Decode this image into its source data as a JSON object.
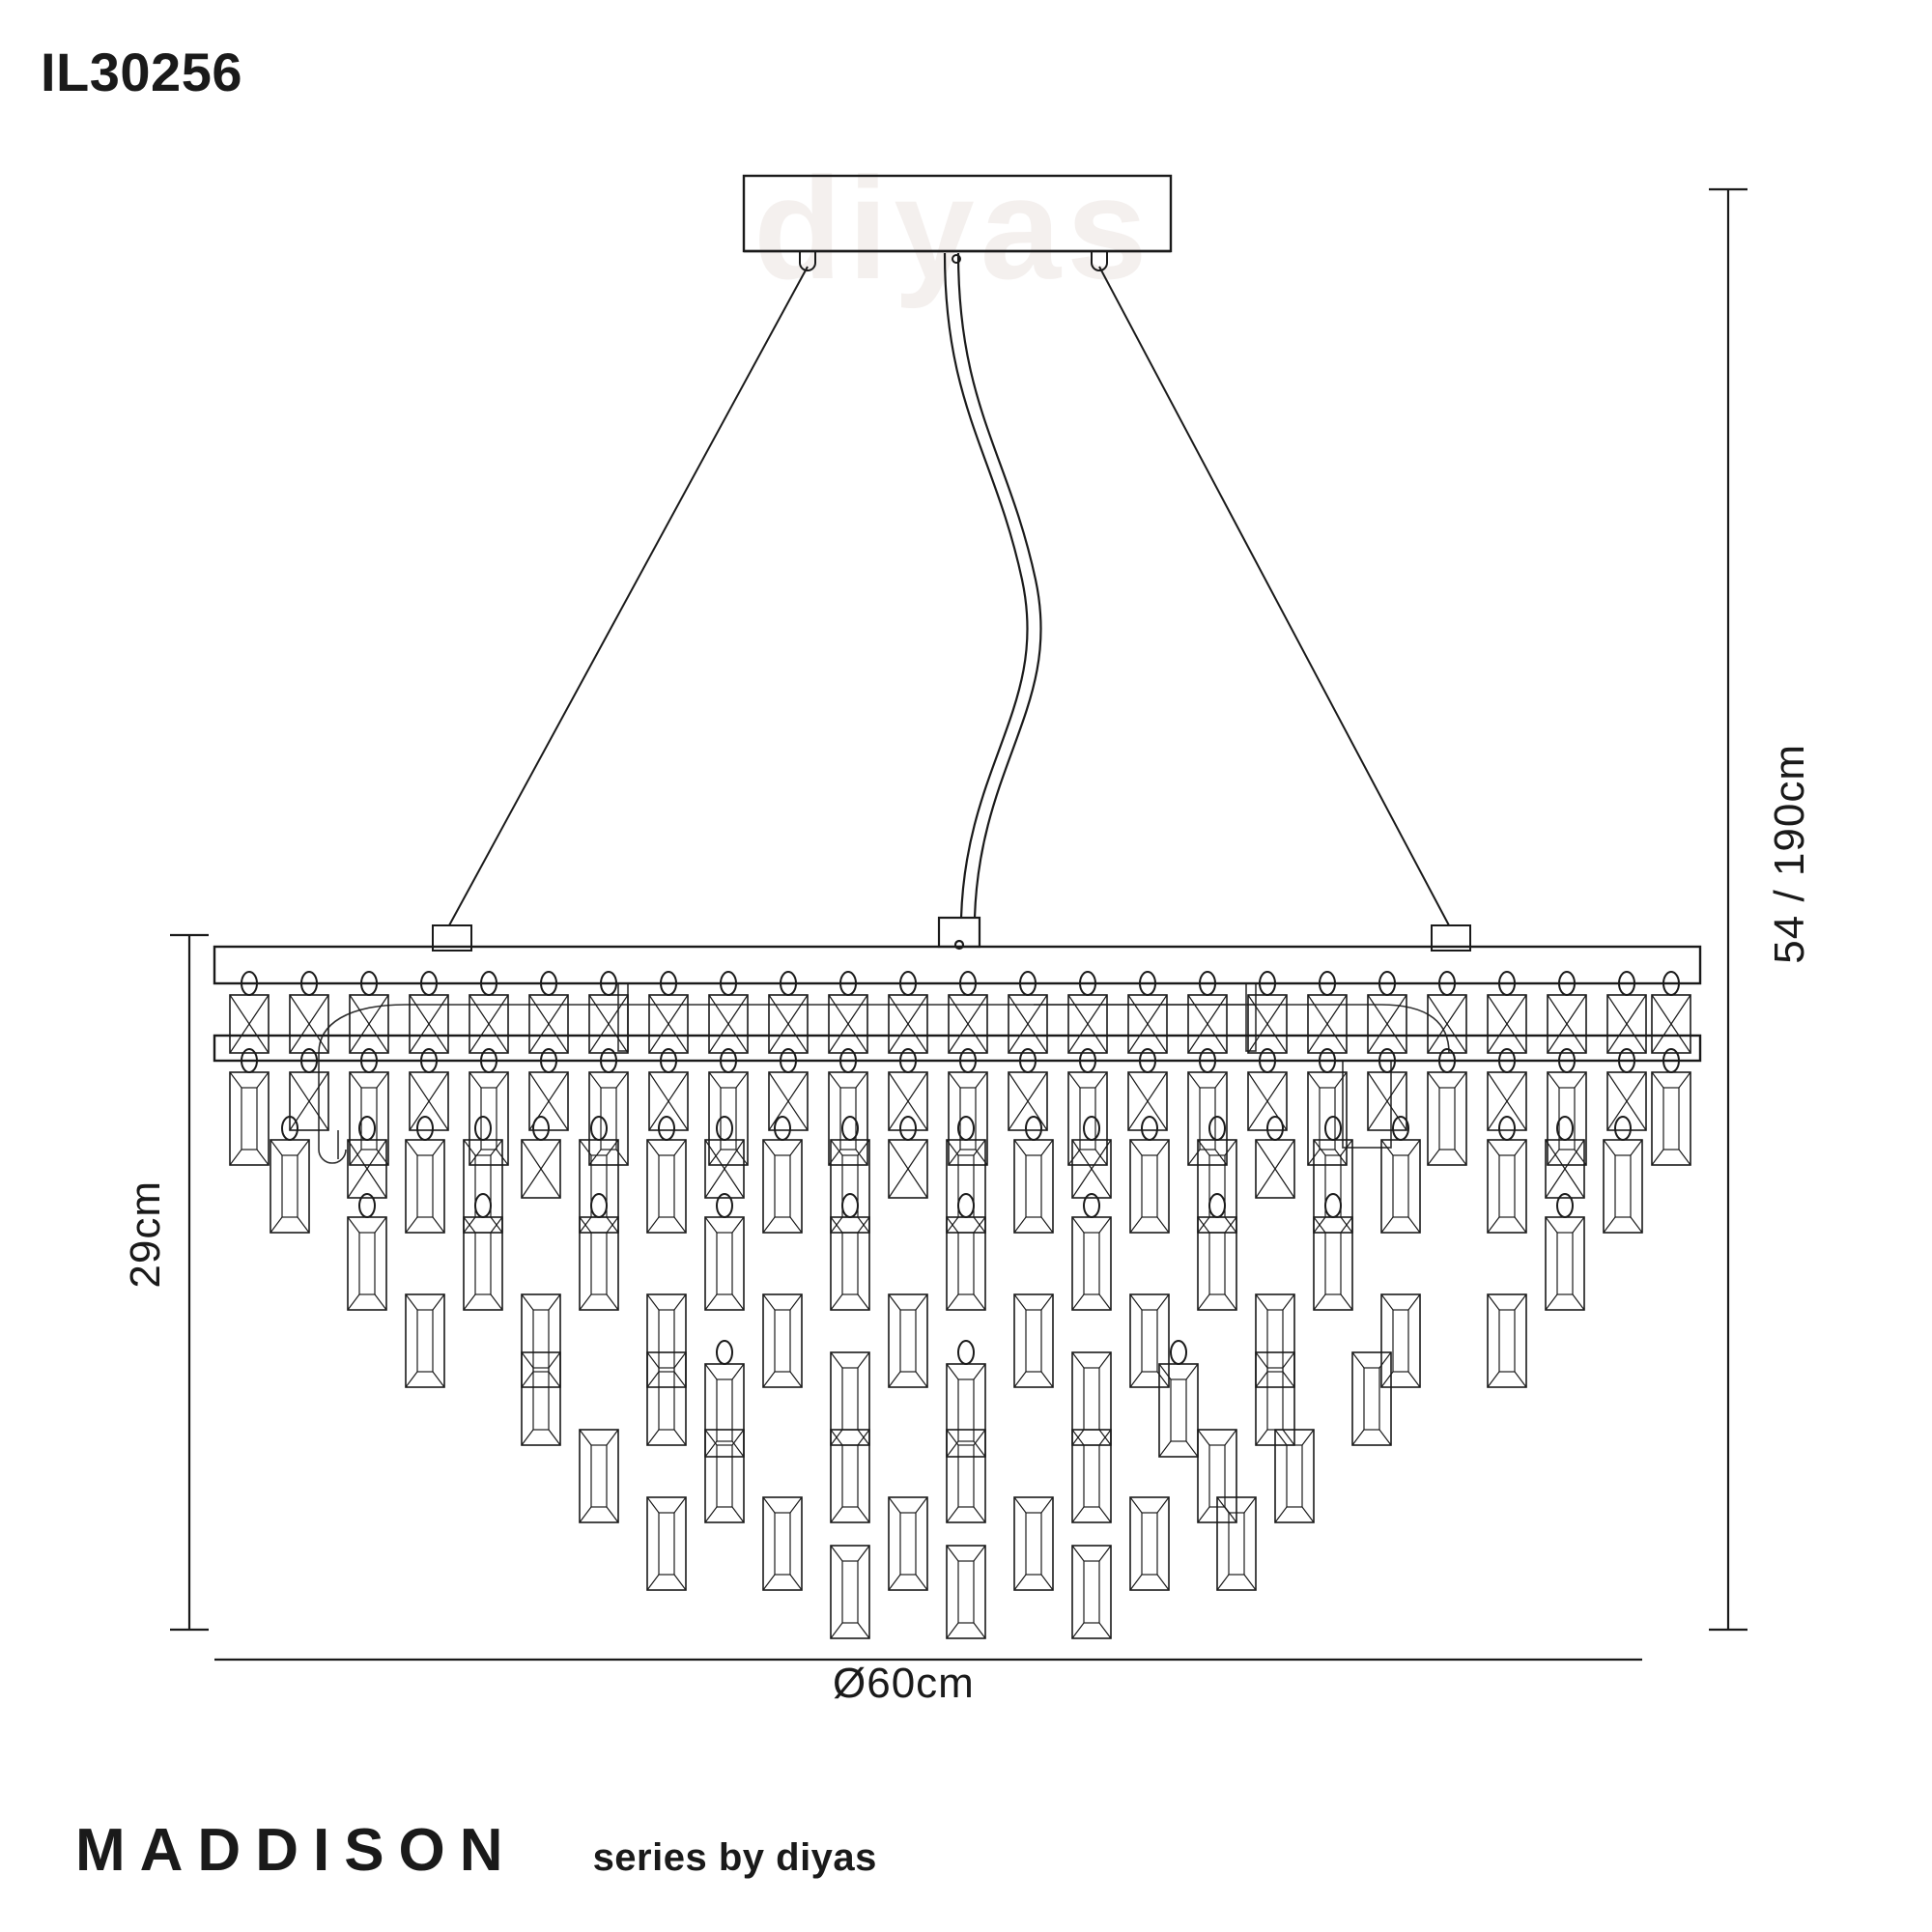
{
  "sheet": {
    "product_code": "IL30256",
    "watermark": "diyas",
    "brand": {
      "name": "MADDISON",
      "series": "series by diyas"
    },
    "dimensions": {
      "height_label": "54 / 190cm",
      "drop_label": "29cm",
      "width_label": "Ø60cm"
    },
    "colors": {
      "line": "#1a1a1a",
      "background": "#ffffff",
      "watermark": "#f4f0ee"
    }
  }
}
